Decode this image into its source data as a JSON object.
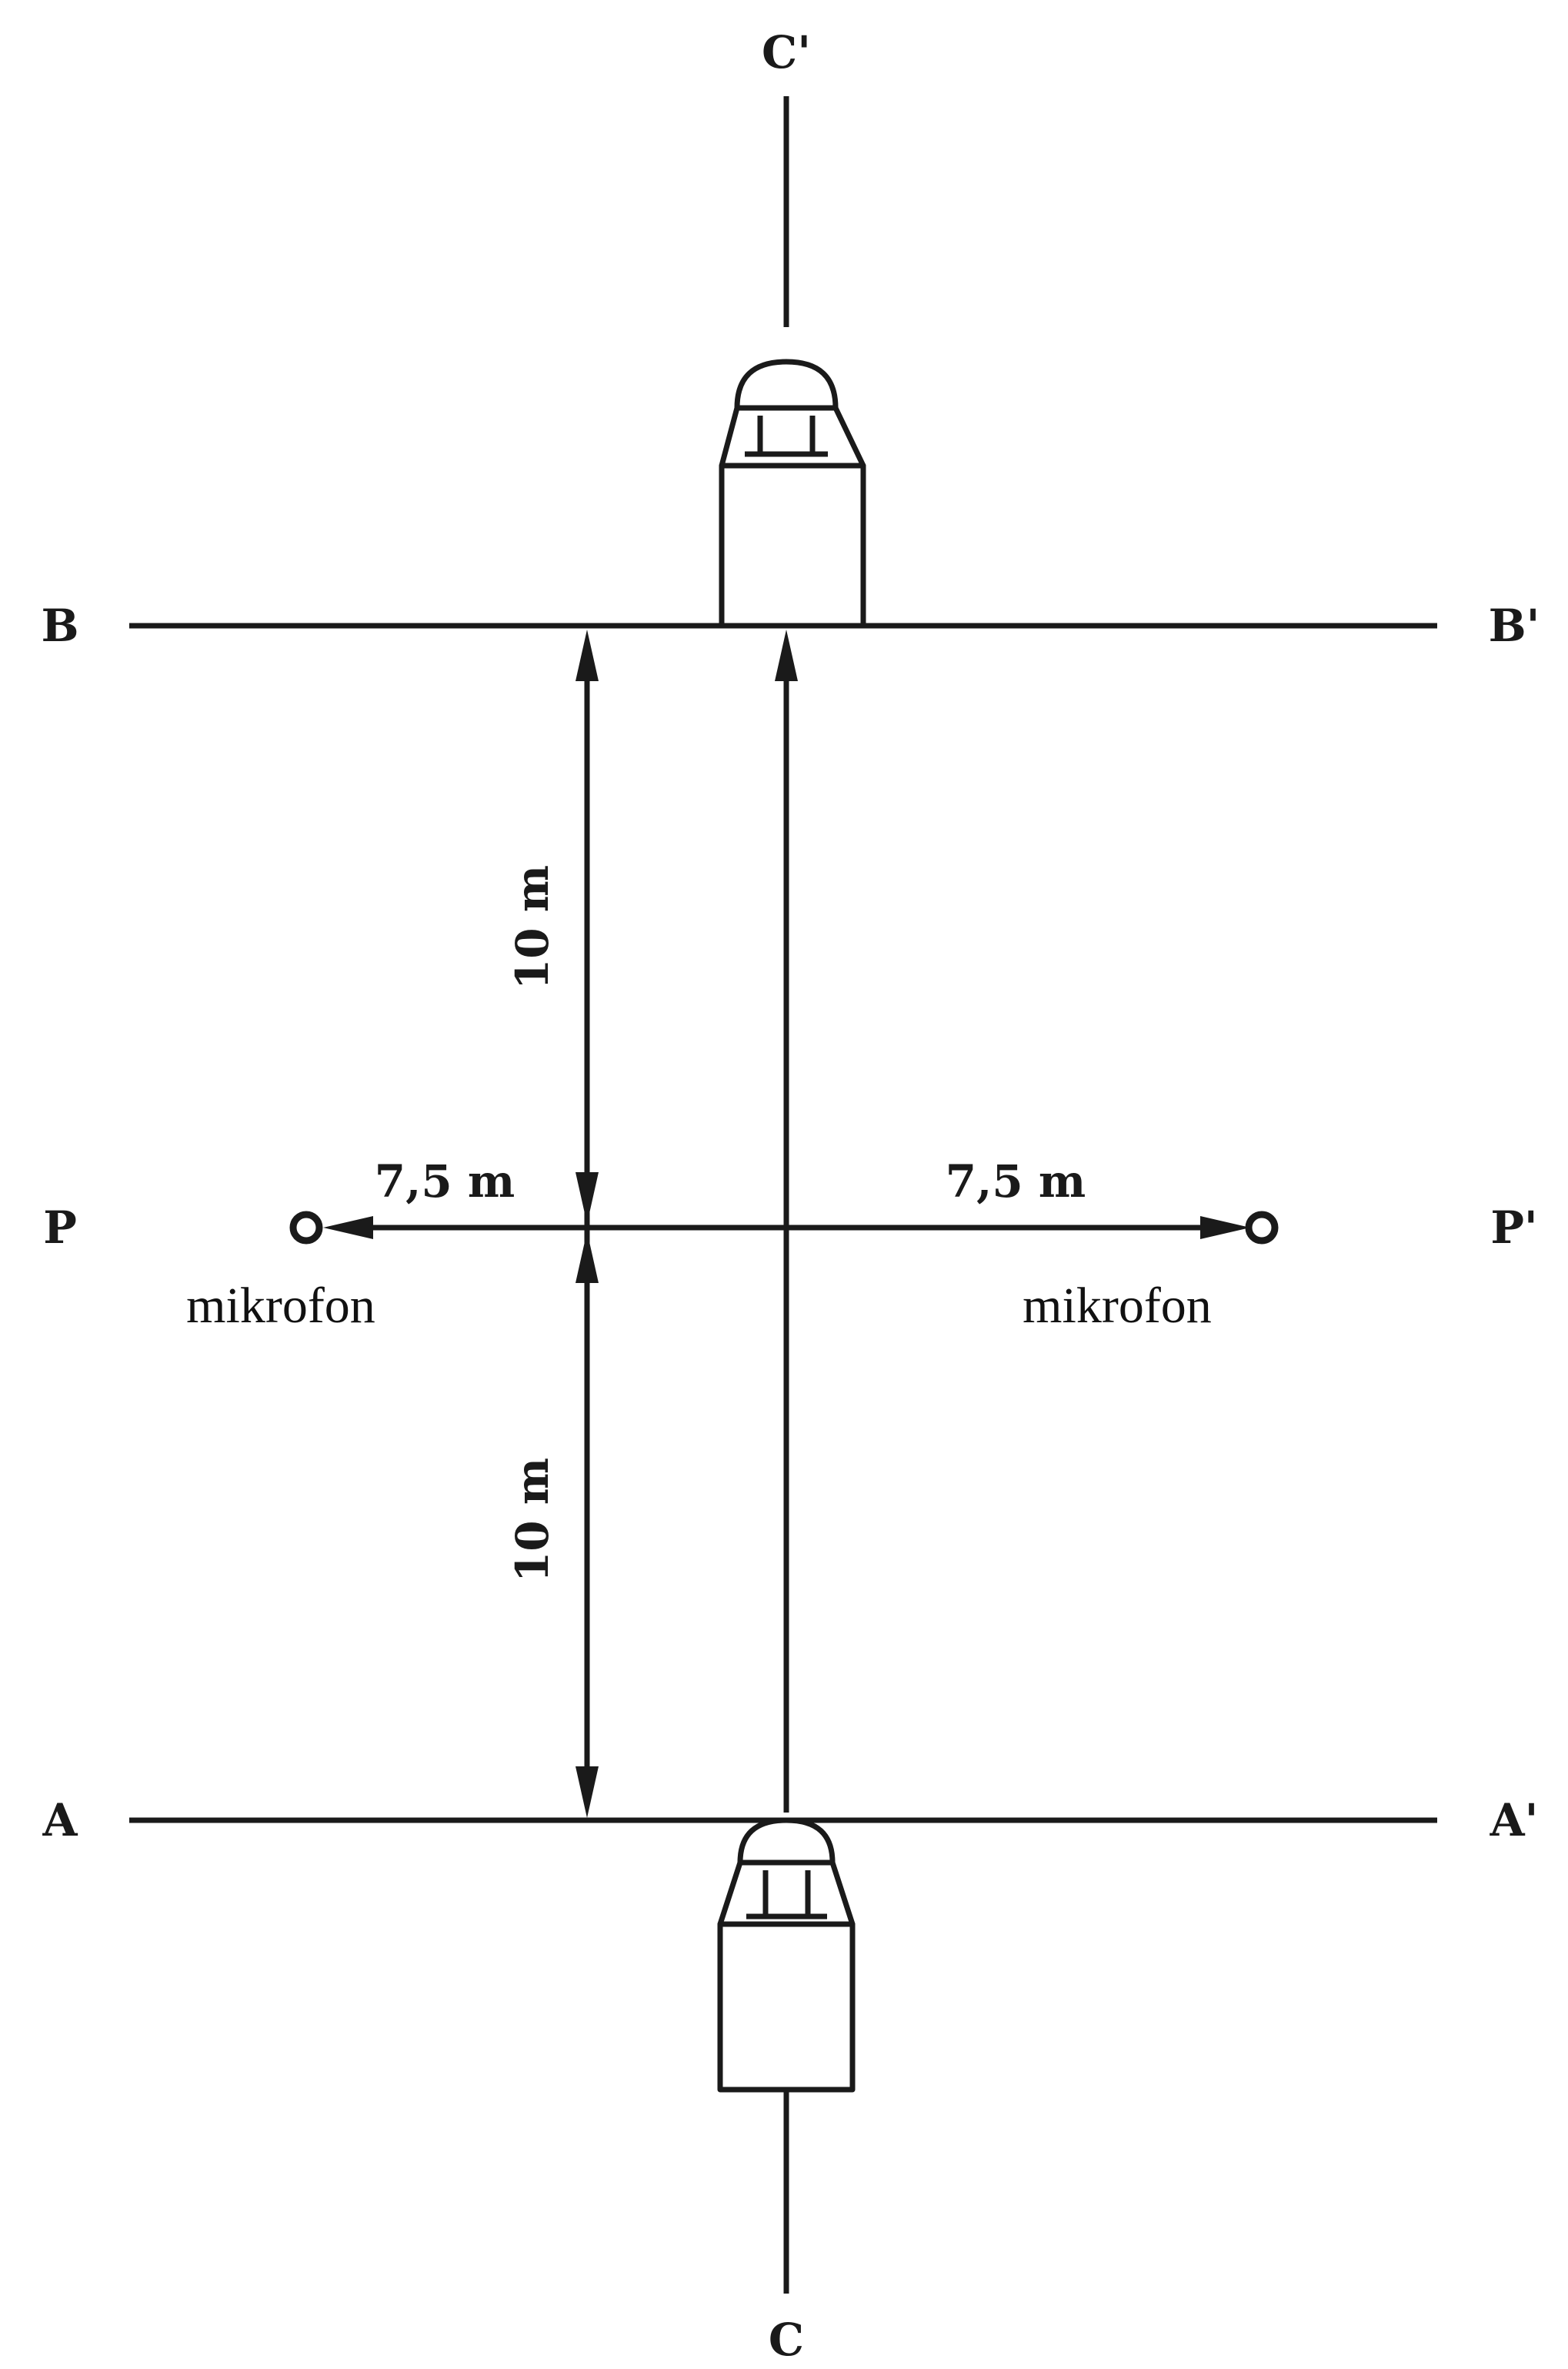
{
  "labels": {
    "c_prime": "C'",
    "c": "C",
    "b": "B",
    "b_prime": "B'",
    "a": "A",
    "a_prime": "A'",
    "p": "P",
    "p_prime": "P'"
  },
  "dimensions": {
    "upper_distance": "10 m",
    "lower_distance": "10 m",
    "left_mic_distance": "7,5 m",
    "right_mic_distance": "7,5 m"
  },
  "microphones": {
    "left_label": "mikrofon",
    "right_label": "mikrofon"
  },
  "colors": {
    "ink": "#1a1a1a",
    "background": "#ffffff"
  }
}
